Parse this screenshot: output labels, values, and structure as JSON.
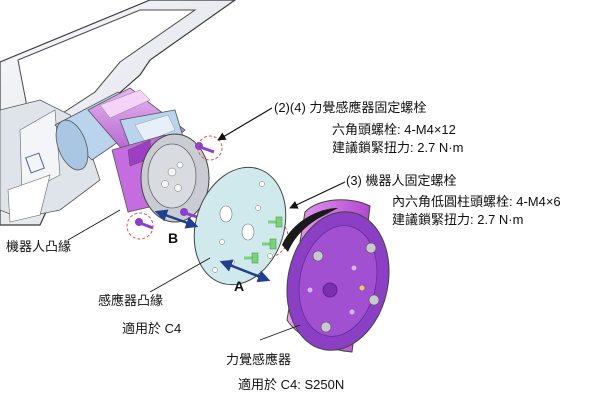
{
  "labels": {
    "callout_2_4": {
      "title": "(2)(4) 力覺感應器固定螺栓",
      "line1": "六角頭螺栓: 4-M4×12",
      "line2": "建議鎖緊扭力: 2.7 N·m"
    },
    "callout_3": {
      "title": "(3) 機器人固定螺栓",
      "line1": "內六角低圓柱頭螺栓: 4-M4×6",
      "line2": "建議鎖緊扭力: 2.7 N·m"
    },
    "robot_flange": "機器人凸緣",
    "sensor_flange": {
      "title": "感應器凸緣",
      "subtitle": "適用於 C4"
    },
    "force_sensor": {
      "title": "力覺感應器",
      "subtitle": "適用於 C4: S250N"
    },
    "direction_a": "A",
    "direction_b": "B"
  },
  "colors": {
    "robot_arm": "#eef1f6",
    "robot_arm_outline": "#3a3a3a",
    "joint_blue": "#b9d4ec",
    "joint_magenta": "#c97ce0",
    "joint_magenta_light": "#e3a8ee",
    "flange_grey": "#c9ccd2",
    "sensor_flange_cyan": "#cfe9ec",
    "bolt_purple": "#8b3fd1",
    "bolt_green": "#7bd27a",
    "sensor_magenta": "#bf4fd6",
    "sensor_face": "#8a3fc4",
    "arrow_blue": "#1f3f8f",
    "callout_red": "#e05050"
  }
}
